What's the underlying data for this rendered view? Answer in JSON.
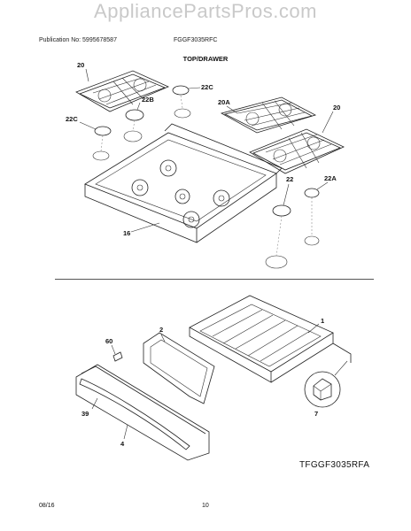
{
  "watermark": "AppliancePartsPros.com",
  "header": {
    "publication": "Publication No: 5995678587",
    "model": "FGGF3035RFC",
    "section_title": "TOP/DRAWER"
  },
  "footer": {
    "date": "08/16",
    "page": "10"
  },
  "reference_code": "TFGGF3035RFA",
  "callouts": {
    "c20_left": "20",
    "c22b": "22B",
    "c22c_top": "22C",
    "c22c_left": "22C",
    "c20a": "20A",
    "c20_right": "20",
    "c22": "22",
    "c22a": "22A",
    "c16": "16",
    "c1": "1",
    "c2": "2",
    "c60": "60",
    "c39": "39",
    "c4": "4",
    "c7": "7"
  }
}
